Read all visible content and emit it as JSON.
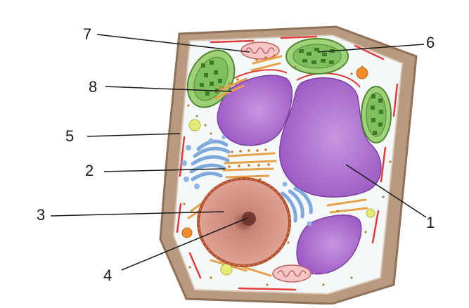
{
  "labels": {
    "l1": "1",
    "l2": "2",
    "l3": "3",
    "l4": "4",
    "l5": "5",
    "l6": "6",
    "l7": "7",
    "l8": "8"
  },
  "colors": {
    "cell_wall": "#b89a7e",
    "cell_wall_edge": "#8f7059",
    "cytoplasm": "#f4f8f8",
    "membrane": "#e23b3b",
    "vacuole": "#a564c8",
    "chloroplast": "#7fbf5e",
    "nucleus": "#d9968a",
    "nuclear_envelope": "#b3502f",
    "golgi": "#7fa9dc",
    "er": "#e6a14a",
    "mitochondrion": "#f2b4b4",
    "vesicle_yellow": "#dfe86a",
    "vesicle_orange": "#f08a2a"
  }
}
